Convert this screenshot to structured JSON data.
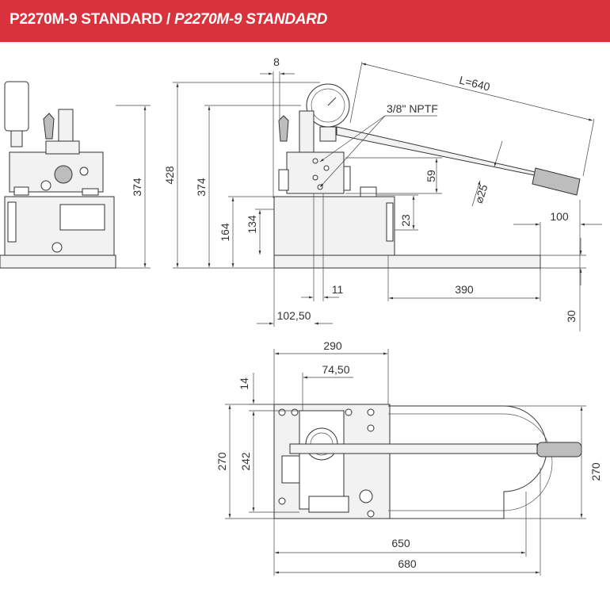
{
  "header": {
    "title": "P2270M-9 STANDARD",
    "separator": " / ",
    "title_italic": "P2270M-9 STANDARD"
  },
  "colors": {
    "header_bg": "#d9323c",
    "header_text": "#ffffff",
    "line": "#333333"
  },
  "dimensions": {
    "d8": "8",
    "d640": "L=640",
    "nptf": "3/8\" NPTF",
    "d59": "59",
    "d25": "⌀25",
    "d100": "100",
    "d374a": "374",
    "d428": "428",
    "d374b": "374",
    "d164": "164",
    "d134": "134",
    "d23": "23",
    "d11": "11",
    "d390": "390",
    "d102": "102,50",
    "d30": "30",
    "d290": "290",
    "d7450": "74,50",
    "d14": "14",
    "d270a": "270",
    "d242": "242",
    "d270b": "270",
    "d650": "650",
    "d680": "680"
  }
}
